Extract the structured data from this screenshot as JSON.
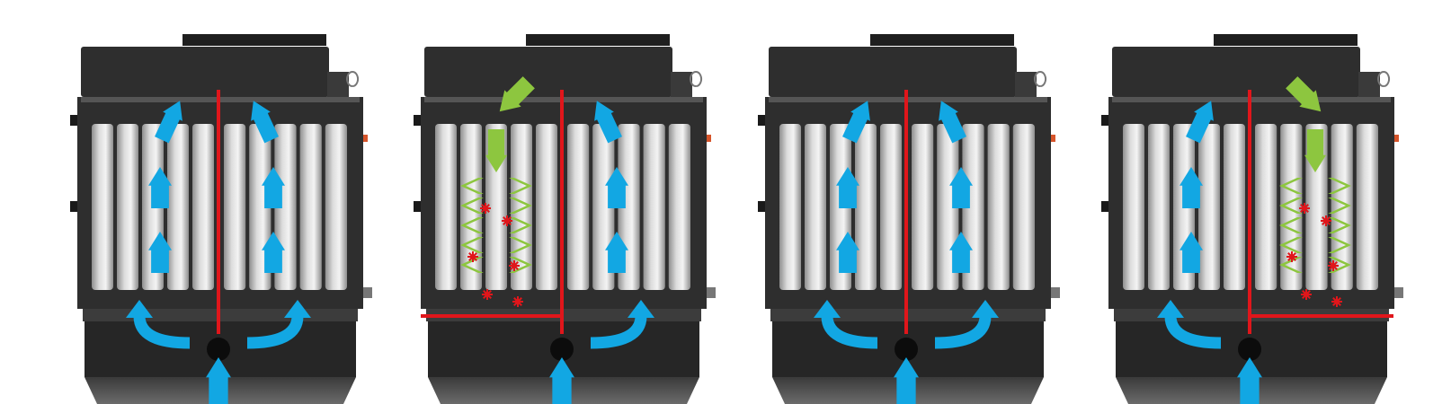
{
  "colors": {
    "background": "#ffffff",
    "housing": "#2e2e2e",
    "housing_dark": "#1f1f1f",
    "filter_light": "#dcdcdc",
    "filter_dark": "#8e8e8e",
    "partition": "#e0161b",
    "airflow": "#12a7e3",
    "pulse_air": "#8dc63f",
    "dust": "#e0161b"
  },
  "units": [
    {
      "id": "unit-1",
      "state": "filtering",
      "left_chamber": "filtering",
      "right_chamber": "filtering"
    },
    {
      "id": "unit-2",
      "state": "cleaning-left",
      "left_chamber": "pulse-cleaning",
      "right_chamber": "filtering"
    },
    {
      "id": "unit-3",
      "state": "filtering",
      "left_chamber": "filtering",
      "right_chamber": "filtering"
    },
    {
      "id": "unit-4",
      "state": "cleaning-right",
      "left_chamber": "filtering",
      "right_chamber": "pulse-cleaning"
    }
  ]
}
